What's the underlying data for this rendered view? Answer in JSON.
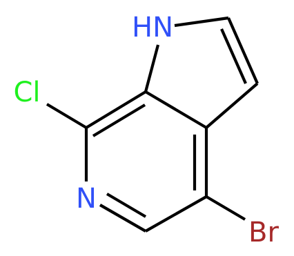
{
  "colors": {
    "bond": "#000000",
    "nitrogen": "#3050F8",
    "chlorine": "#1FF01F",
    "bromine": "#A62929",
    "background": "#FFFFFF"
  },
  "atoms": {
    "nh": {
      "label": "HN"
    },
    "n_ring": {
      "label": "N"
    },
    "cl": {
      "label": "Cl"
    },
    "br": {
      "label": "Br"
    }
  }
}
